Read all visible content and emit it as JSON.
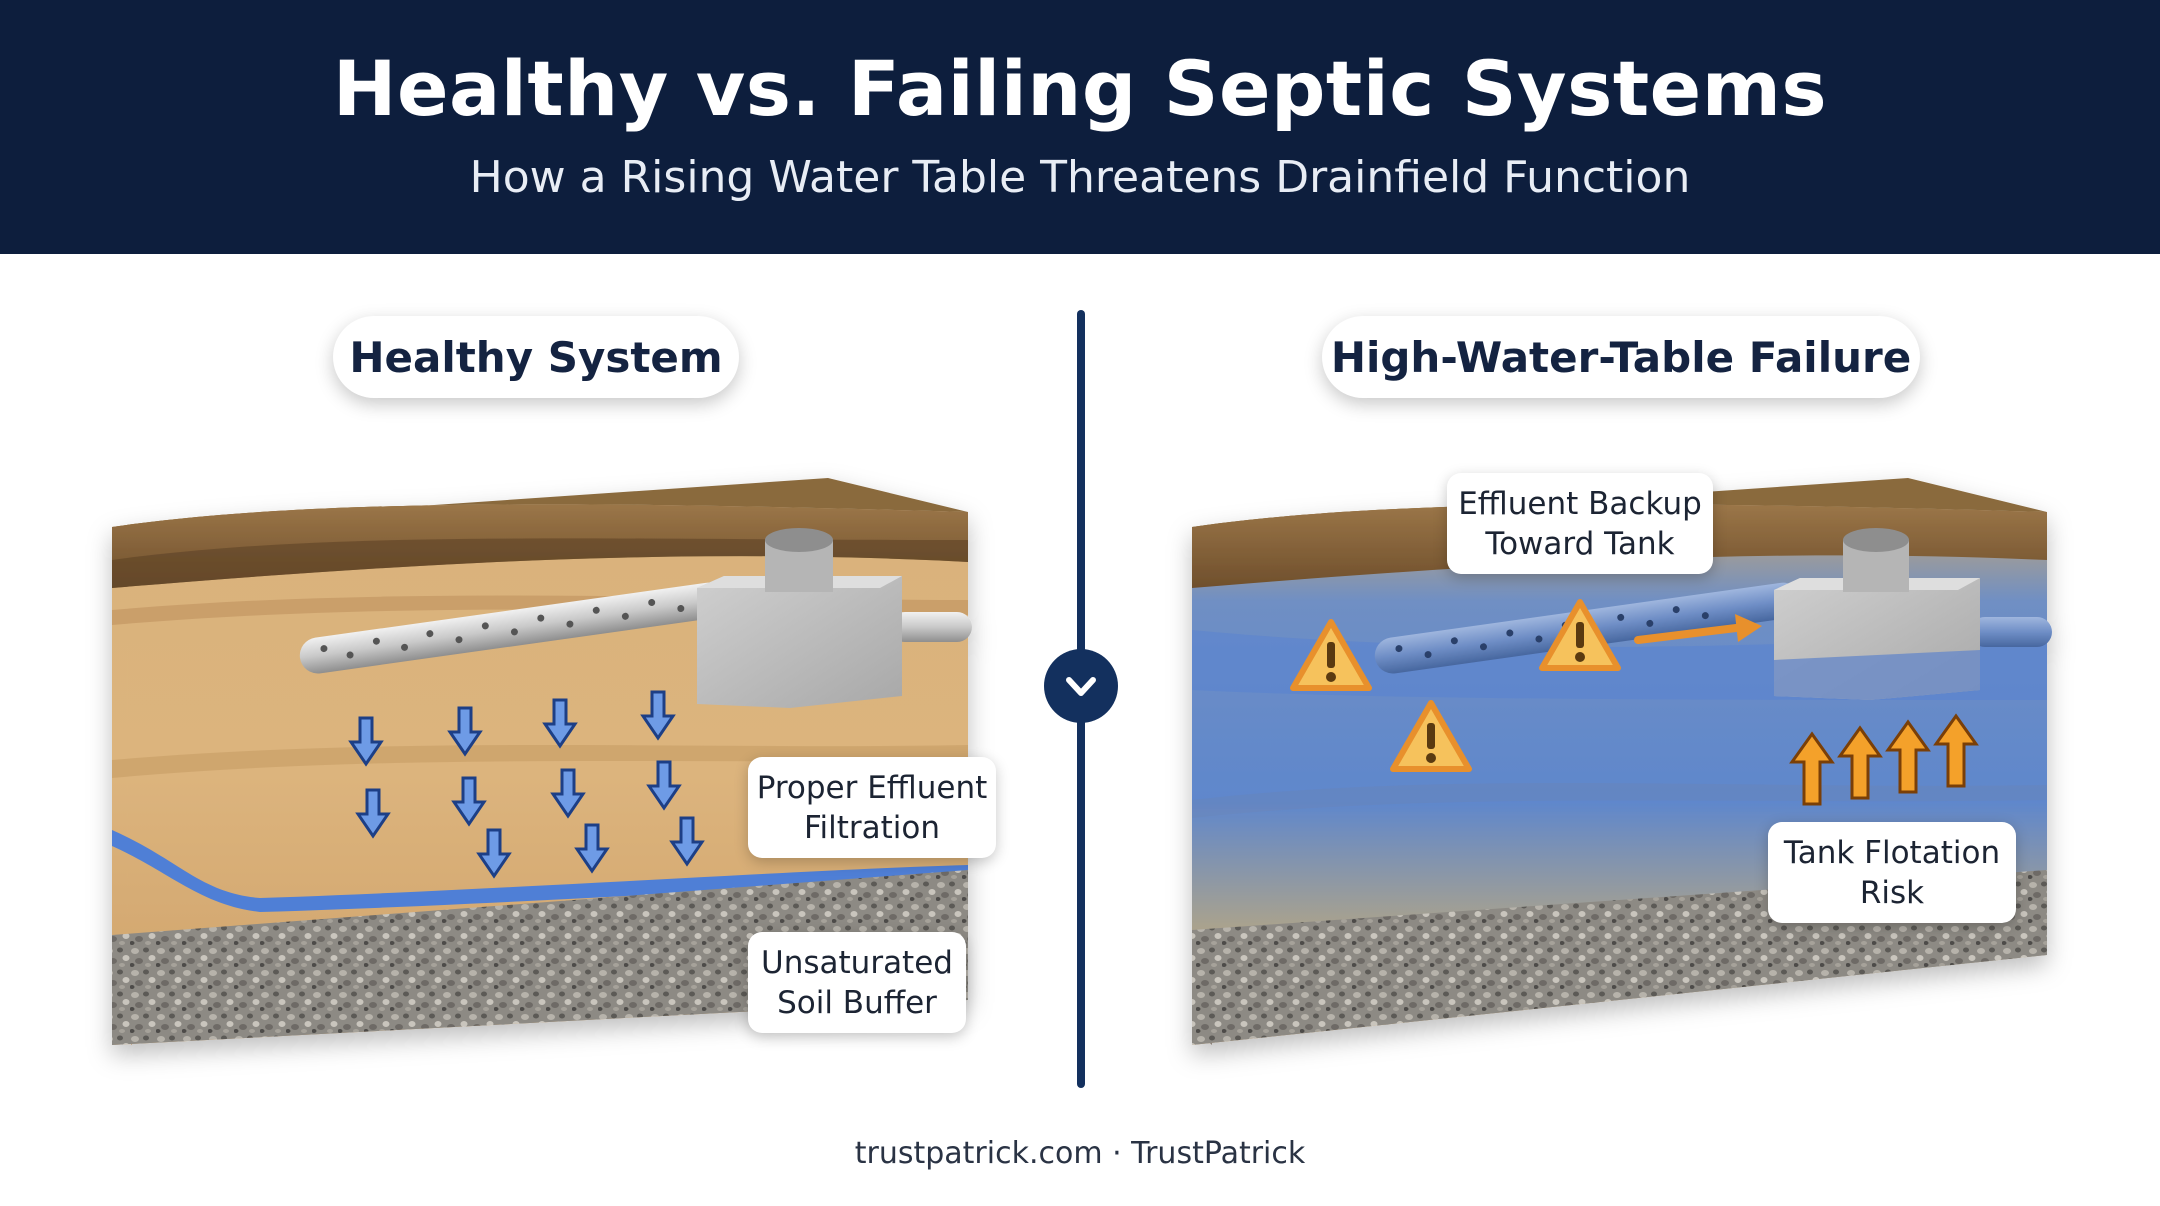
{
  "header": {
    "title": "Healthy vs. Failing Septic Systems",
    "subtitle": "How a Rising Water Table Threatens Drainfield Function"
  },
  "panels": {
    "healthy": {
      "label": "Healthy System",
      "callouts": {
        "filtration": "Proper Effluent\nFiltration",
        "buffer": "Unsaturated\nSoil Buffer"
      }
    },
    "failure": {
      "label": "High-Water-Table Failure",
      "callouts": {
        "backup": "Effluent Backup\nToward Tank",
        "flotation": "Tank Flotation\nRisk"
      }
    }
  },
  "divider": {
    "icon": "chevron-down-icon"
  },
  "footer": {
    "credit": "trustpatrick.com · TrustPatrick"
  },
  "colors": {
    "header_bg": "#0d1e3d",
    "water_blue": "#4f7fd6",
    "warning_orange": "#f4a12a",
    "soil_tan": "#d7ae76"
  }
}
